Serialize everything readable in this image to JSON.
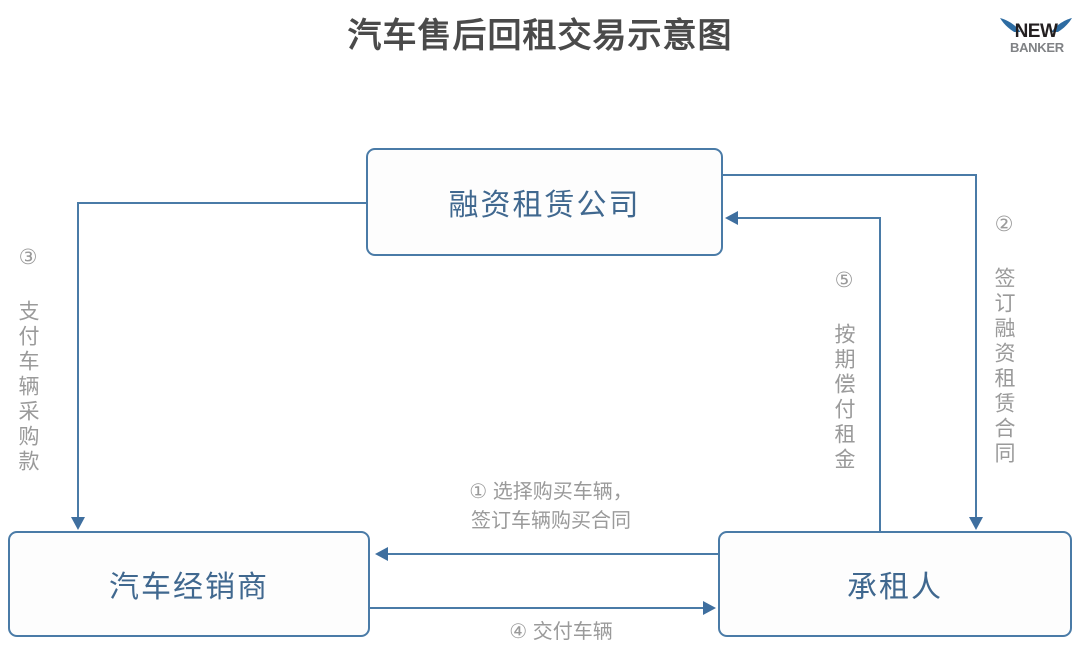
{
  "page": {
    "title": "汽车售后回租交易示意图"
  },
  "logo": {
    "line1": "NEW",
    "line2": "BANKER",
    "horn_color": "#2d6ca2"
  },
  "colors": {
    "box_border": "#4a7ba7",
    "box_text": "#40688f",
    "line": "#4a7ba7",
    "arrow": "#3f6f9f",
    "label_text": "#9a9a9a",
    "title_text": "#4a4a4a"
  },
  "nodes": [
    {
      "id": "lessor",
      "label": "融资租赁公司"
    },
    {
      "id": "dealer",
      "label": "汽车经销商"
    },
    {
      "id": "lessee",
      "label": "承租人"
    }
  ],
  "flows": [
    {
      "number": "①",
      "label": "① 选择购买车辆，\n签订车辆购买合同",
      "from": "承租人",
      "to": "汽车经销商",
      "direction": "left",
      "orientation": "horizontal"
    },
    {
      "number": "②",
      "label": "② 签订融资租赁合同",
      "from": "融资租赁公司",
      "to": "承租人",
      "direction": "down",
      "orientation": "vertical"
    },
    {
      "number": "③",
      "label": "③ 支付车辆采购款",
      "from": "融资租赁公司",
      "to": "汽车经销商",
      "direction": "down",
      "orientation": "vertical"
    },
    {
      "number": "④",
      "label": "④ 交付车辆",
      "from": "汽车经销商",
      "to": "承租人",
      "direction": "right",
      "orientation": "horizontal"
    },
    {
      "number": "⑤",
      "label": "⑤ 按期偿付租金",
      "from": "承租人",
      "to": "融资租赁公司",
      "direction": "left",
      "orientation": "vertical"
    }
  ]
}
